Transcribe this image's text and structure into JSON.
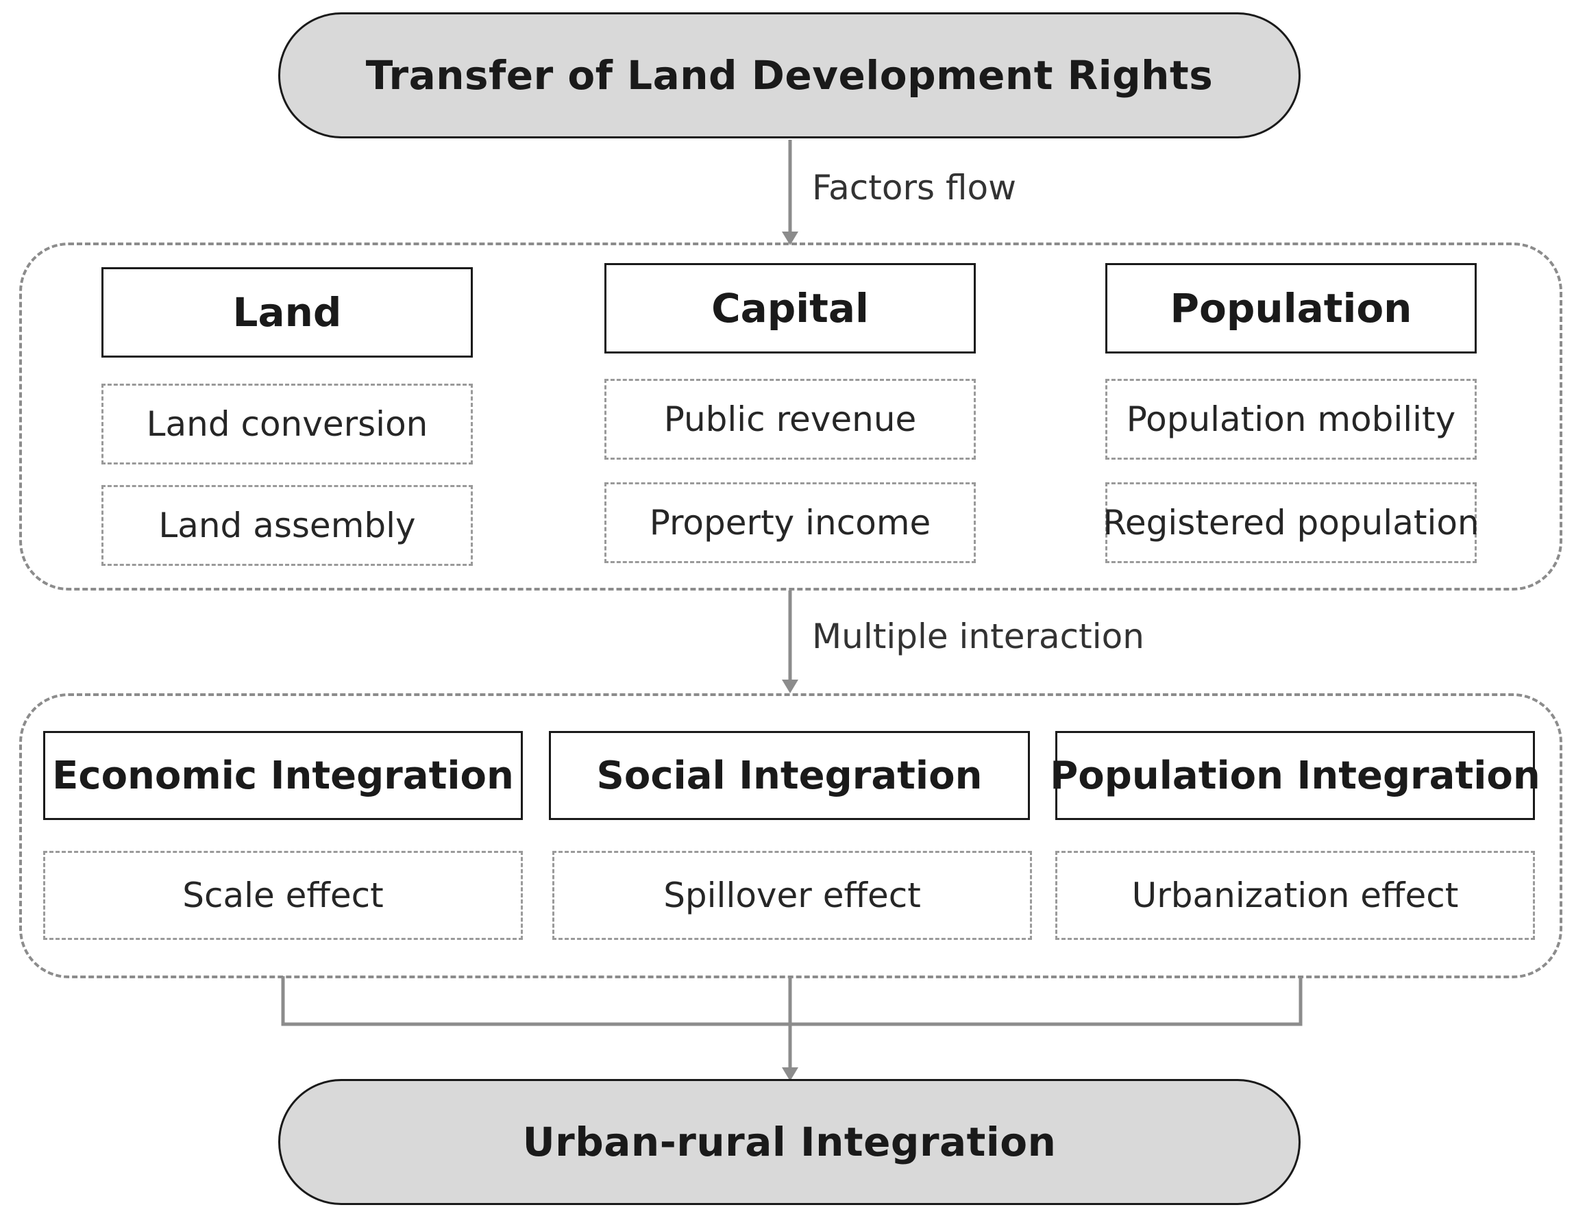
{
  "colors": {
    "pill_fill": "#d9d9d9",
    "connector": "#8c8c8c",
    "text": "#1a1a1a",
    "dashed_border": "#9a9a9a"
  },
  "top_node": "Transfer of Land Development Rights",
  "flow_label_1": "Factors flow",
  "factors": [
    {
      "title": "Land",
      "items": [
        "Land conversion",
        "Land assembly"
      ]
    },
    {
      "title": "Capital",
      "items": [
        "Public revenue",
        "Property income"
      ]
    },
    {
      "title": "Population",
      "items": [
        "Population mobility",
        "Registered population"
      ]
    }
  ],
  "flow_label_2": "Multiple interaction",
  "integrations": [
    {
      "title": "Economic Integration",
      "effect": "Scale effect"
    },
    {
      "title": "Social Integration",
      "effect": "Spillover effect"
    },
    {
      "title": "Population Integration",
      "effect": "Urbanization effect"
    }
  ],
  "bottom_node": "Urban-rural Integration"
}
